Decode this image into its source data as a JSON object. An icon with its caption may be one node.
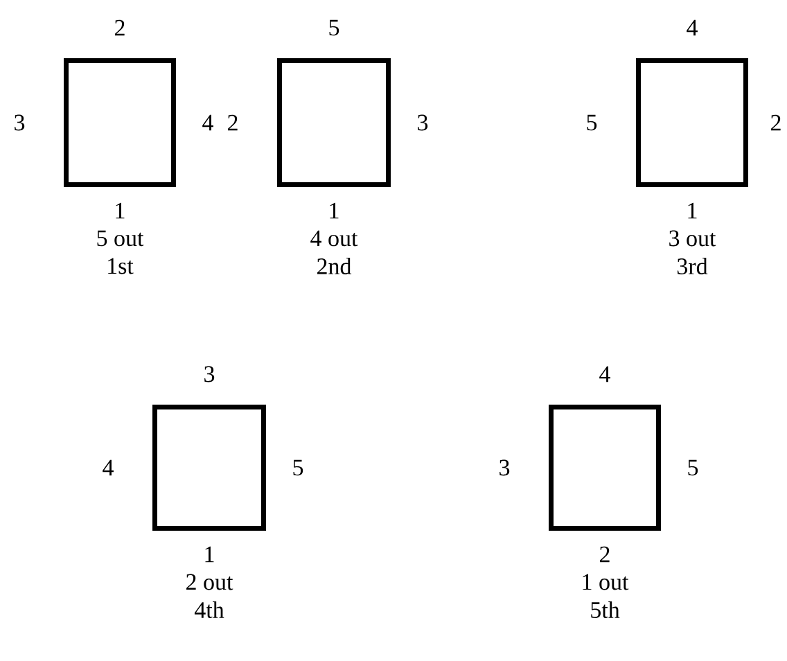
{
  "diagram": {
    "nodes": [
      {
        "text": [],
        "shape": "box",
        "beside": [
          "2",
          "3",
          "4",
          "1",
          "5 out",
          "1st"
        ]
      },
      {
        "text": [],
        "shape": "box",
        "beside": [
          "5",
          "2",
          "3",
          "1",
          "4 out",
          "2nd"
        ]
      },
      {
        "text": [],
        "shape": "box",
        "beside": [
          "4",
          "5",
          "2",
          "1",
          "3 out",
          "3rd"
        ]
      },
      {
        "text": [],
        "shape": "box",
        "beside": [
          "3",
          "4",
          "5",
          "1",
          "2 out",
          "4th"
        ]
      },
      {
        "text": [],
        "shape": "box",
        "beside": [
          "4",
          "3",
          "5",
          "2",
          "1 out",
          "5th"
        ]
      }
    ]
  }
}
